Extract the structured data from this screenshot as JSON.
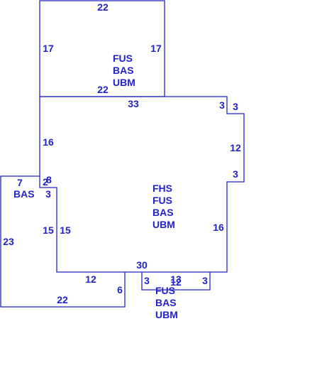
{
  "stroke_color": "#2222cc",
  "text_color": "#2222cc",
  "background": "#ffffff",
  "upper_section": {
    "dims": {
      "top": "22",
      "left": "17",
      "right": "17",
      "bottom": "22"
    },
    "areas": [
      "FUS",
      "BAS",
      "UBM"
    ]
  },
  "main_section": {
    "dims": {
      "top": "33",
      "jog_top_a": "3",
      "jog_top_b": "3",
      "right_upper": "12",
      "jog_right": "3",
      "right_lower": "16",
      "left_upper": "16",
      "bottom": "30"
    },
    "areas": [
      "FHS",
      "FUS",
      "BAS",
      "UBM"
    ]
  },
  "left_wing": {
    "dims": {
      "top": "7",
      "jog_a": "2",
      "jog_b": "8",
      "jog_c": "3",
      "left": "23",
      "inner_left": "15",
      "inner_right": "15",
      "bottom_step": "12",
      "step_right": "6",
      "bottom": "22"
    },
    "areas": [
      "BAS"
    ]
  },
  "bottom_bay": {
    "dims": {
      "left": "3",
      "top_a": "13",
      "top_b": "12",
      "right": "3"
    },
    "areas": [
      "FUS",
      "BAS",
      "UBM"
    ]
  }
}
